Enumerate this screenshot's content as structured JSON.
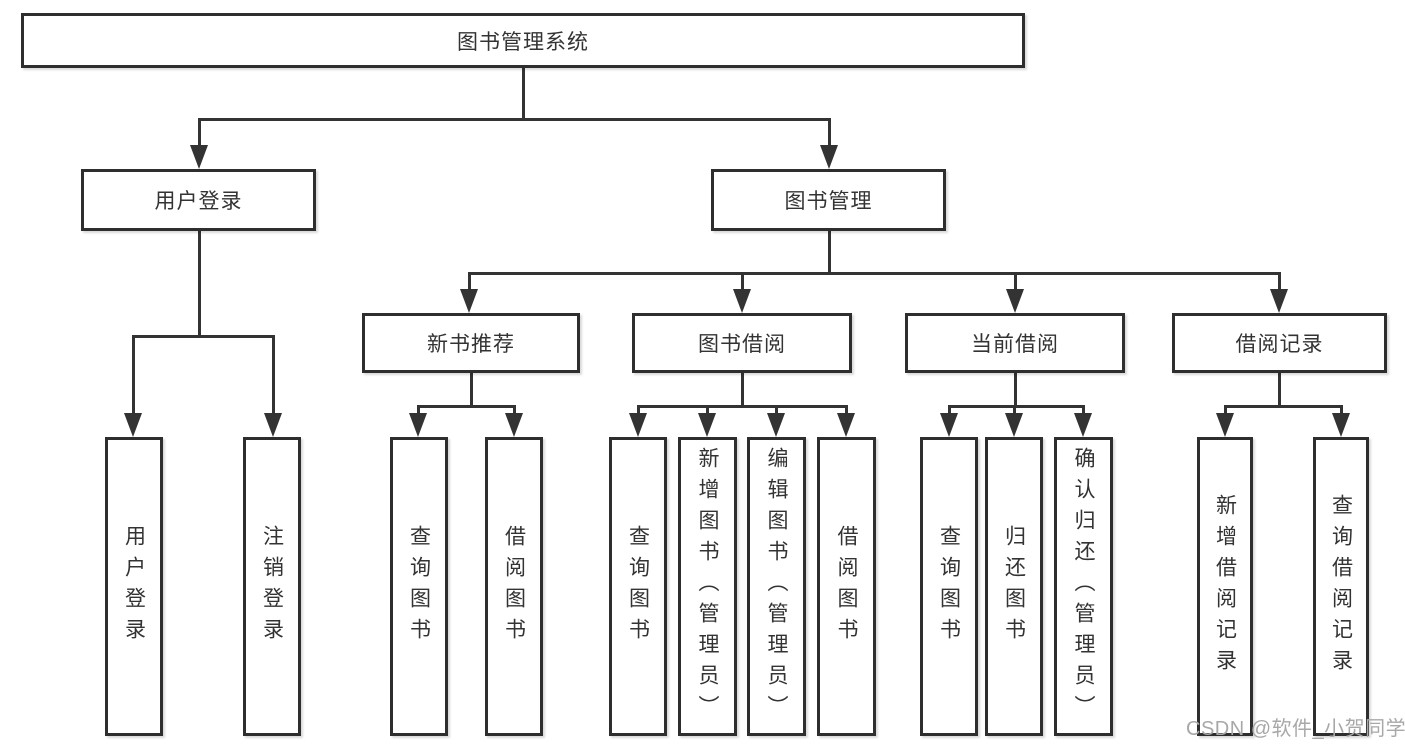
{
  "nodes": {
    "root": {
      "label": "图书管理系统"
    },
    "user_login": {
      "label": "用户登录"
    },
    "book_mgmt": {
      "label": "图书管理"
    },
    "new_book_rec": {
      "label": "新书推荐"
    },
    "book_borrow": {
      "label": "图书借阅"
    },
    "current_borrow": {
      "label": "当前借阅"
    },
    "borrow_records": {
      "label": "借阅记录"
    },
    "leaf_user_login": {
      "label": "用户登录"
    },
    "leaf_logout": {
      "label": "注销登录"
    },
    "leaf_nb_query": {
      "label": "查询图书"
    },
    "leaf_nb_borrow": {
      "label": "借阅图书"
    },
    "leaf_bb_query": {
      "label": "查询图书"
    },
    "leaf_bb_add": {
      "label": "新增图书（管理员）"
    },
    "leaf_bb_edit": {
      "label": "编辑图书（管理员）"
    },
    "leaf_bb_borrow": {
      "label": "借阅图书"
    },
    "leaf_cb_query": {
      "label": "查询图书"
    },
    "leaf_cb_return": {
      "label": "归还图书"
    },
    "leaf_cb_confirm": {
      "label": "确认归还（管理员）"
    },
    "leaf_br_add": {
      "label": "新增借阅记录"
    },
    "leaf_br_query": {
      "label": "查询借阅记录"
    }
  },
  "hierarchy": {
    "图书管理系统": {
      "用户登录": [
        "用户登录",
        "注销登录"
      ],
      "图书管理": {
        "新书推荐": [
          "查询图书",
          "借阅图书"
        ],
        "图书借阅": [
          "查询图书",
          "新增图书（管理员）",
          "编辑图书（管理员）",
          "借阅图书"
        ],
        "当前借阅": [
          "查询图书",
          "归还图书",
          "确认归还（管理员）"
        ],
        "借阅记录": [
          "新增借阅记录",
          "查询借阅记录"
        ]
      }
    }
  },
  "watermark": {
    "text": "CSDN @软件_小贺同学"
  },
  "colors": {
    "background": "#ffffff",
    "line": "#333333",
    "box_border": "#2e2e2e",
    "text": "#333333",
    "watermark": "#a8a8a8"
  }
}
